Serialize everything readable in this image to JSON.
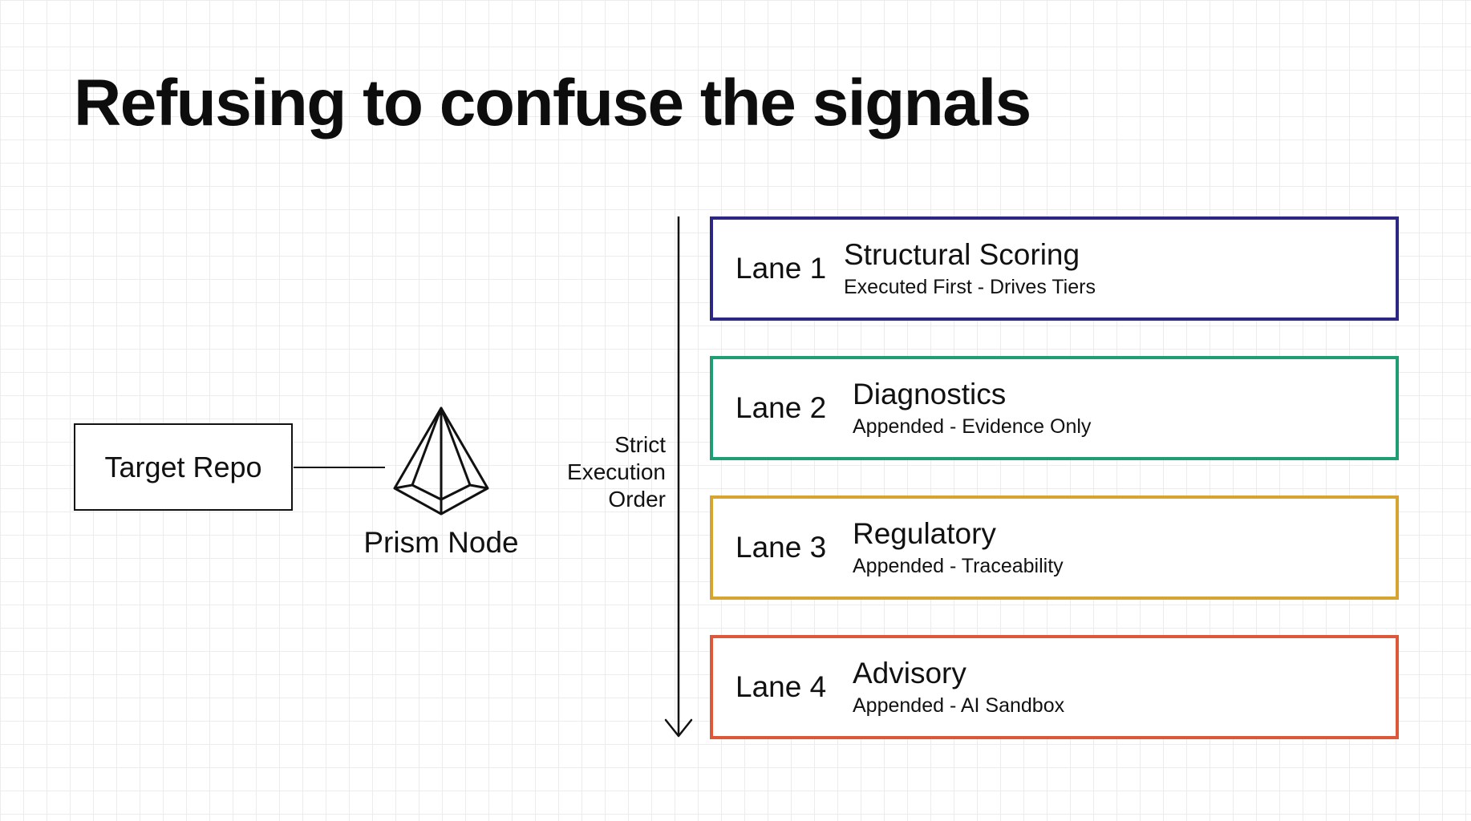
{
  "title": "Refusing to confuse the signals",
  "source": {
    "label": "Target Repo"
  },
  "node": {
    "label": "Prism Node",
    "icon": "pyramid-icon"
  },
  "order": {
    "lines": [
      "Strict",
      "Execution",
      "Order"
    ]
  },
  "lanes": [
    {
      "num": "Lane 1",
      "title": "Structural Scoring",
      "subtitle": "Executed First - Drives Tiers",
      "color": "#2b2782"
    },
    {
      "num": "Lane 2",
      "title": "Diagnostics",
      "subtitle": "Appended - Evidence Only",
      "color": "#1f9e74"
    },
    {
      "num": "Lane 3",
      "title": "Regulatory",
      "subtitle": "Appended - Traceability",
      "color": "#d6a531"
    },
    {
      "num": "Lane 4",
      "title": "Advisory",
      "subtitle": "Appended - AI Sandbox",
      "color": "#dd5838"
    }
  ]
}
